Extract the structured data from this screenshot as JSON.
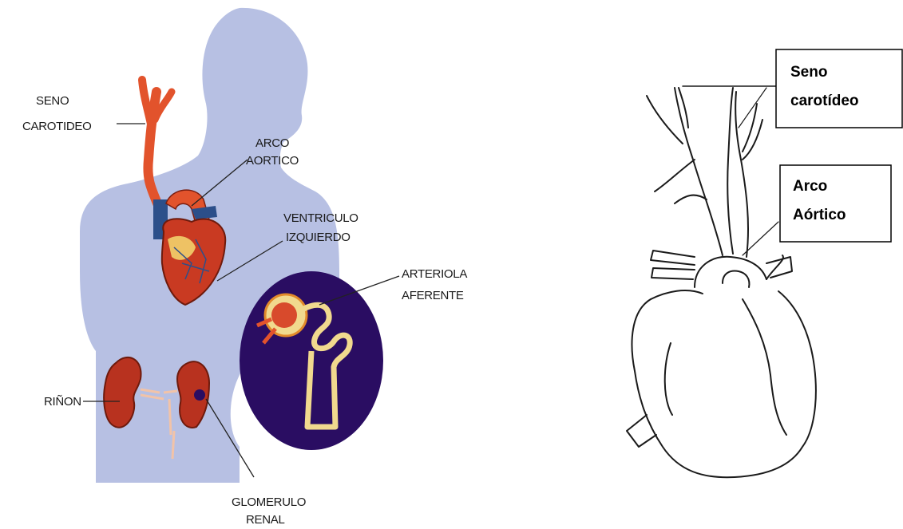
{
  "left_diagram": {
    "labels": {
      "seno_1": "SENO",
      "seno_2": "CAROTIDEO",
      "arco_1": "ARCO",
      "arco_2": "AORTICO",
      "ventriculo_1": "VENTRICULO",
      "ventriculo_2": "IZQUIERDO",
      "arteriola_1": "ARTERIOLA",
      "arteriola_2": "AFERENTE",
      "rinon": "RIÑON",
      "glomerulo_1": "GLOMERULO",
      "glomerulo_2": "RENAL"
    },
    "colors": {
      "body": "#b7c0e3",
      "artery": "#e2532c",
      "heart": "#c93a22",
      "vein": "#2c4f8a",
      "kidney": "#b8321f",
      "inset": "#2a0d62",
      "tubule": "#f1d98e"
    }
  },
  "right_diagram": {
    "boxes": {
      "seno_1": "Seno",
      "seno_2": "carotídeo",
      "arco_1": "Arco",
      "arco_2": "Aórtico"
    }
  }
}
